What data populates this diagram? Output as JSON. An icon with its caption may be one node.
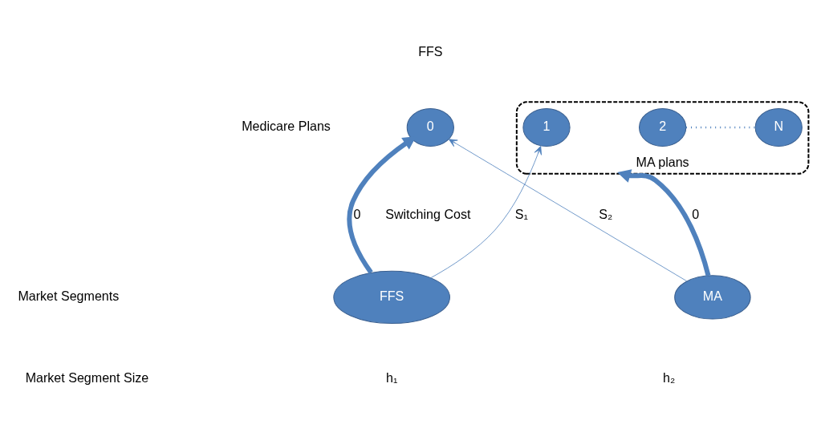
{
  "diagram": {
    "nodes": [
      {
        "text": [
          "0"
        ],
        "beside": [
          "FFS"
        ]
      },
      {
        "text": [
          "MA plans"
        ]
      },
      {
        "text": [
          "1"
        ],
        "in": 1
      },
      {
        "text": [
          "2"
        ],
        "in": 1
      },
      {
        "text": [
          "N"
        ],
        "in": 1
      },
      {
        "text": [
          "FFS"
        ]
      },
      {
        "text": [
          "MA"
        ]
      }
    ],
    "edges": [
      {
        "from": 5,
        "to": 0,
        "arrow": "to",
        "label": "0",
        "style": "thick"
      },
      {
        "from": 5,
        "to": 2,
        "arrow": "to",
        "label": "S₁"
      },
      {
        "from": 6,
        "to": 0,
        "arrow": "to",
        "label": "S₂"
      },
      {
        "from": 6,
        "to": 1,
        "arrow": "to",
        "label": "0",
        "style": "thick"
      },
      {
        "from": 3,
        "to": 4,
        "arrow": "none",
        "style": "dashed"
      }
    ],
    "labels": [
      "Medicare Plans",
      "Switching Cost",
      "Market Segments",
      "Market Segment Size",
      "h₁",
      "h₂"
    ]
  }
}
